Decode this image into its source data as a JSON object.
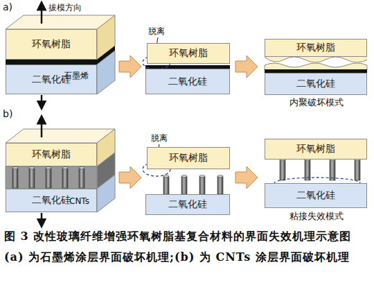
{
  "diagram": {
    "caption": "图 3 改性玻璃纤维增强环氧树脂基复合材料的界面失效机理示意图(a) 为石墨烯涂层界面破坏机理;(b) 为 CNTs 涂层界面破坏机理",
    "nodes": [
      {
        "text": [
          "环氧树脂"
        ]
      },
      {
        "text": [
          "二氧化硅"
        ]
      },
      {
        "text": [
          "环氧树脂"
        ]
      },
      {
        "text": [
          "二氧化硅"
        ]
      },
      {
        "text": [
          "环氧树脂"
        ]
      },
      {
        "text": [
          "二氧化硅"
        ]
      },
      {
        "text": [
          "环氧树脂"
        ]
      },
      {
        "text": [
          "二氧化硅"
        ]
      },
      {
        "text": [
          "环氧树脂"
        ]
      },
      {
        "text": [
          "二氧化硅"
        ]
      },
      {
        "text": [
          "环氧树脂"
        ]
      },
      {
        "text": [
          "二氧化硅"
        ]
      }
    ],
    "labels": [
      "a)",
      "拔模方向",
      "石墨烯",
      "脱离",
      "内聚破坏模式",
      "b)",
      "CNTs",
      "脱离",
      "粘接失效模式"
    ]
  }
}
